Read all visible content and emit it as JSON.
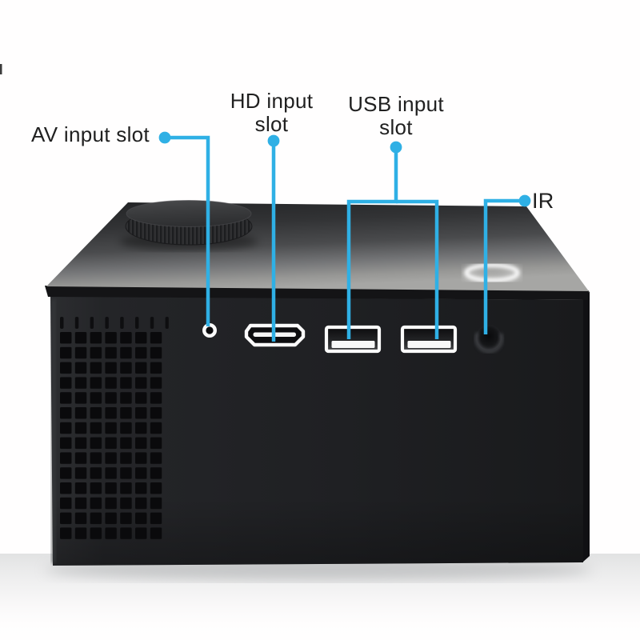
{
  "image": {
    "kind": "annotated product photo",
    "subject": "black mini projector, front view with port callouts",
    "background_color": "#fffefe"
  },
  "annotations": {
    "accent_color": "#2fb0e5",
    "text_color": "#202020",
    "labels": [
      {
        "id": "av",
        "text": "AV input slot",
        "points_to": "av-jack-port"
      },
      {
        "id": "hd",
        "text": "HD input slot",
        "points_to": "hdmi-port"
      },
      {
        "id": "usb",
        "text": "USB input slot",
        "points_to": "usb-ports"
      },
      {
        "id": "ir",
        "text": "IR",
        "points_to": "ir-receiver"
      }
    ]
  },
  "device": {
    "body_color": "#1f2023",
    "top_face_sheen_color": "#a6a6a4",
    "features": [
      "focus-knob",
      "power-touch-ring",
      "ventilation-grille",
      "av-jack-port",
      "hdmi-port",
      "usb-port-1",
      "usb-port-2",
      "ir-receiver"
    ]
  }
}
